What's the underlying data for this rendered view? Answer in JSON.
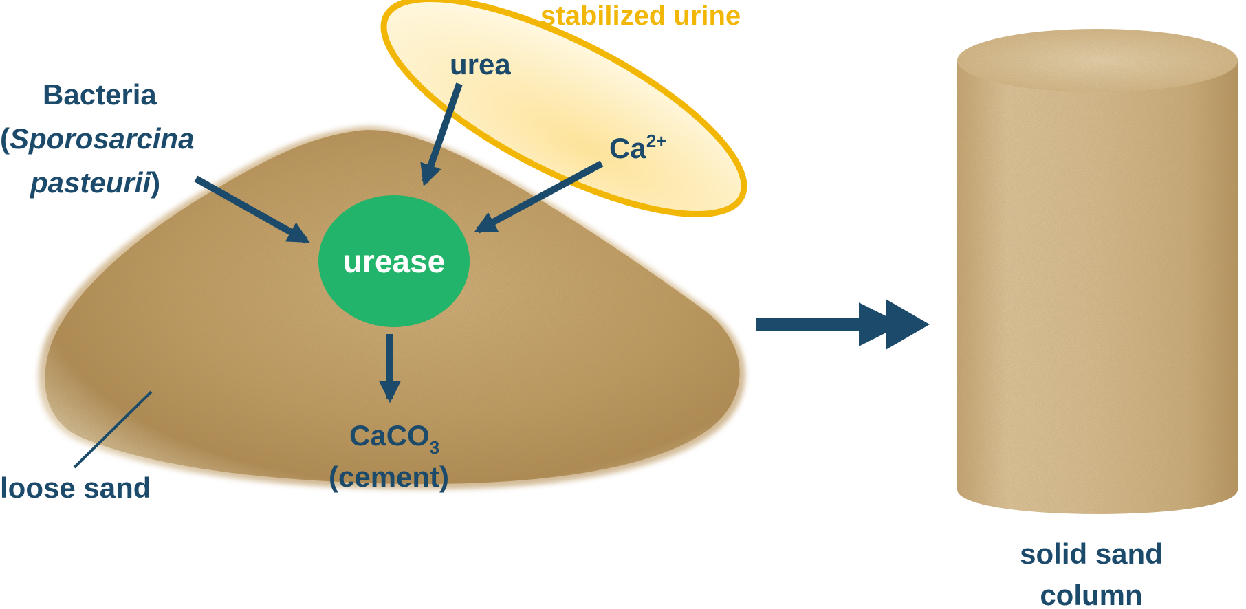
{
  "diagram": {
    "bacteria_label": {
      "line1": "Bacteria",
      "open_paren": "(",
      "species_line1": "Sporosarcina",
      "species_line2": "pasteurii",
      "close_paren": ")"
    },
    "urine_label": "stabilized urine",
    "urea_label": "urea",
    "calcium_label": {
      "base": "Ca",
      "superscript": "2+"
    },
    "urease_label": "urease",
    "product_label": {
      "formula_base": "CaCO",
      "formula_subscript": "3",
      "name": "(cement)"
    },
    "loose_sand_label": "loose sand",
    "solid_column_label": {
      "line1": "solid sand",
      "line2": "column"
    }
  },
  "colors": {
    "label_text": "#1b4a6b",
    "arrow": "#1b4a6b",
    "urine_outline": "#f2b705",
    "urine_fill": "#fde9a8",
    "urease_fill": "#22b46a",
    "sand": "#c9a468",
    "column": "#d6b888"
  },
  "icons": {
    "sand_pile": "sand-pile-image",
    "sand_column": "sand-column-image"
  }
}
